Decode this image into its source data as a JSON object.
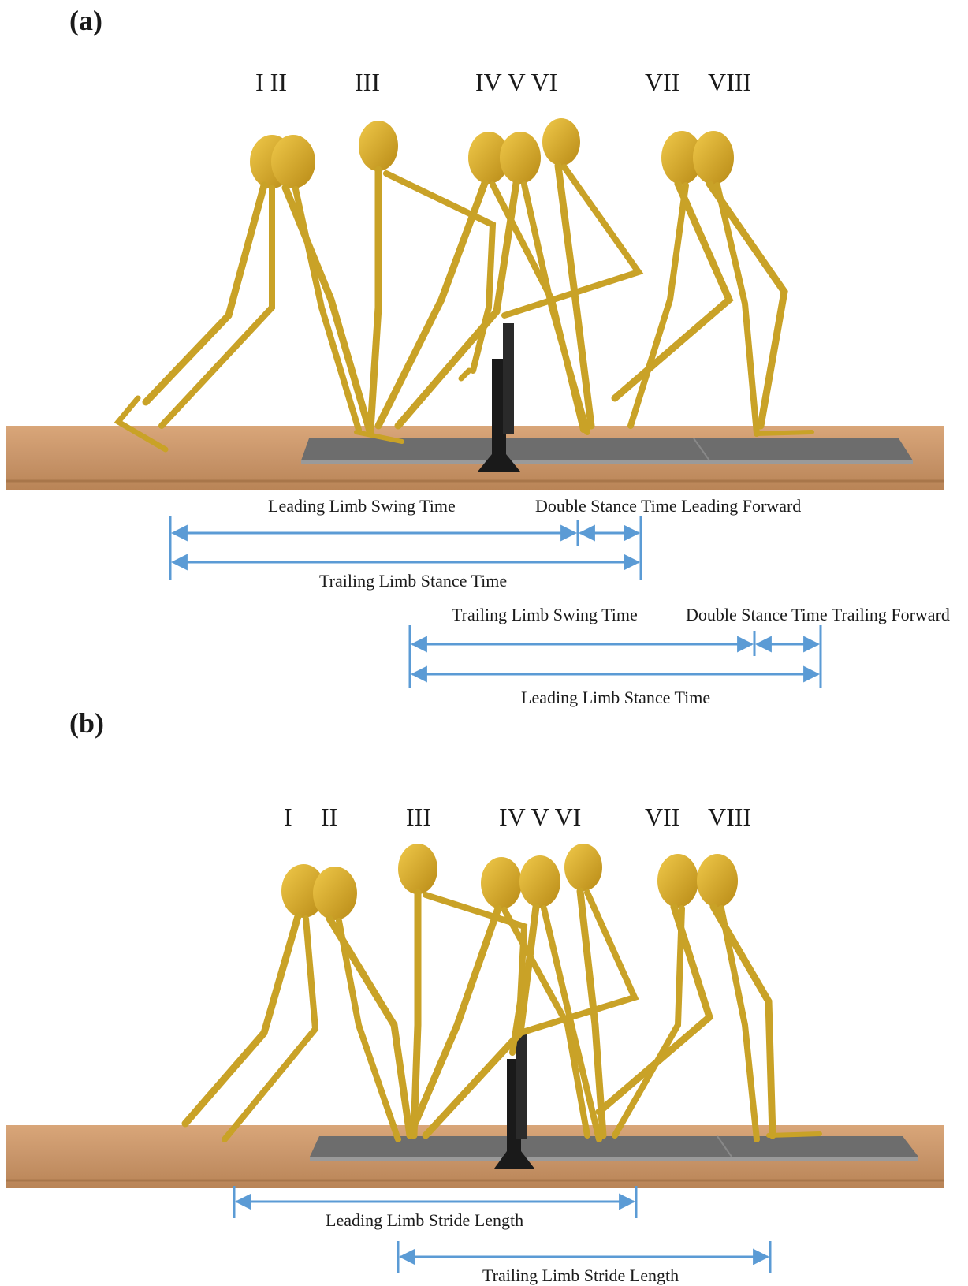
{
  "panel_a": {
    "label": "(a)",
    "phases": [
      "I II",
      "III",
      "IV V VI",
      "VII",
      "VIII"
    ],
    "measures": {
      "leading_swing": "Leading Limb Swing Time",
      "double_stance_leading": "Double Stance Time Leading Forward",
      "trailing_stance": "Trailing Limb Stance Time",
      "trailing_swing": "Trailing Limb Swing Time",
      "double_stance_trailing": "Double Stance Time Trailing Forward",
      "leading_stance": "Leading Limb Stance Time"
    }
  },
  "panel_b": {
    "label": "(b)",
    "phases": [
      "I",
      "II",
      "III",
      "IV V VI",
      "VII",
      "VIII"
    ],
    "measures": {
      "leading_stride": "Leading Limb Stride Length",
      "trailing_stride": "Trailing Limb Stride Length"
    }
  },
  "colors": {
    "arrow": "#5b9bd5",
    "bone": "#c9a227",
    "floor": "#c8956a",
    "mat": "#6d6d6d",
    "hurdle": "#1a1a1a"
  }
}
